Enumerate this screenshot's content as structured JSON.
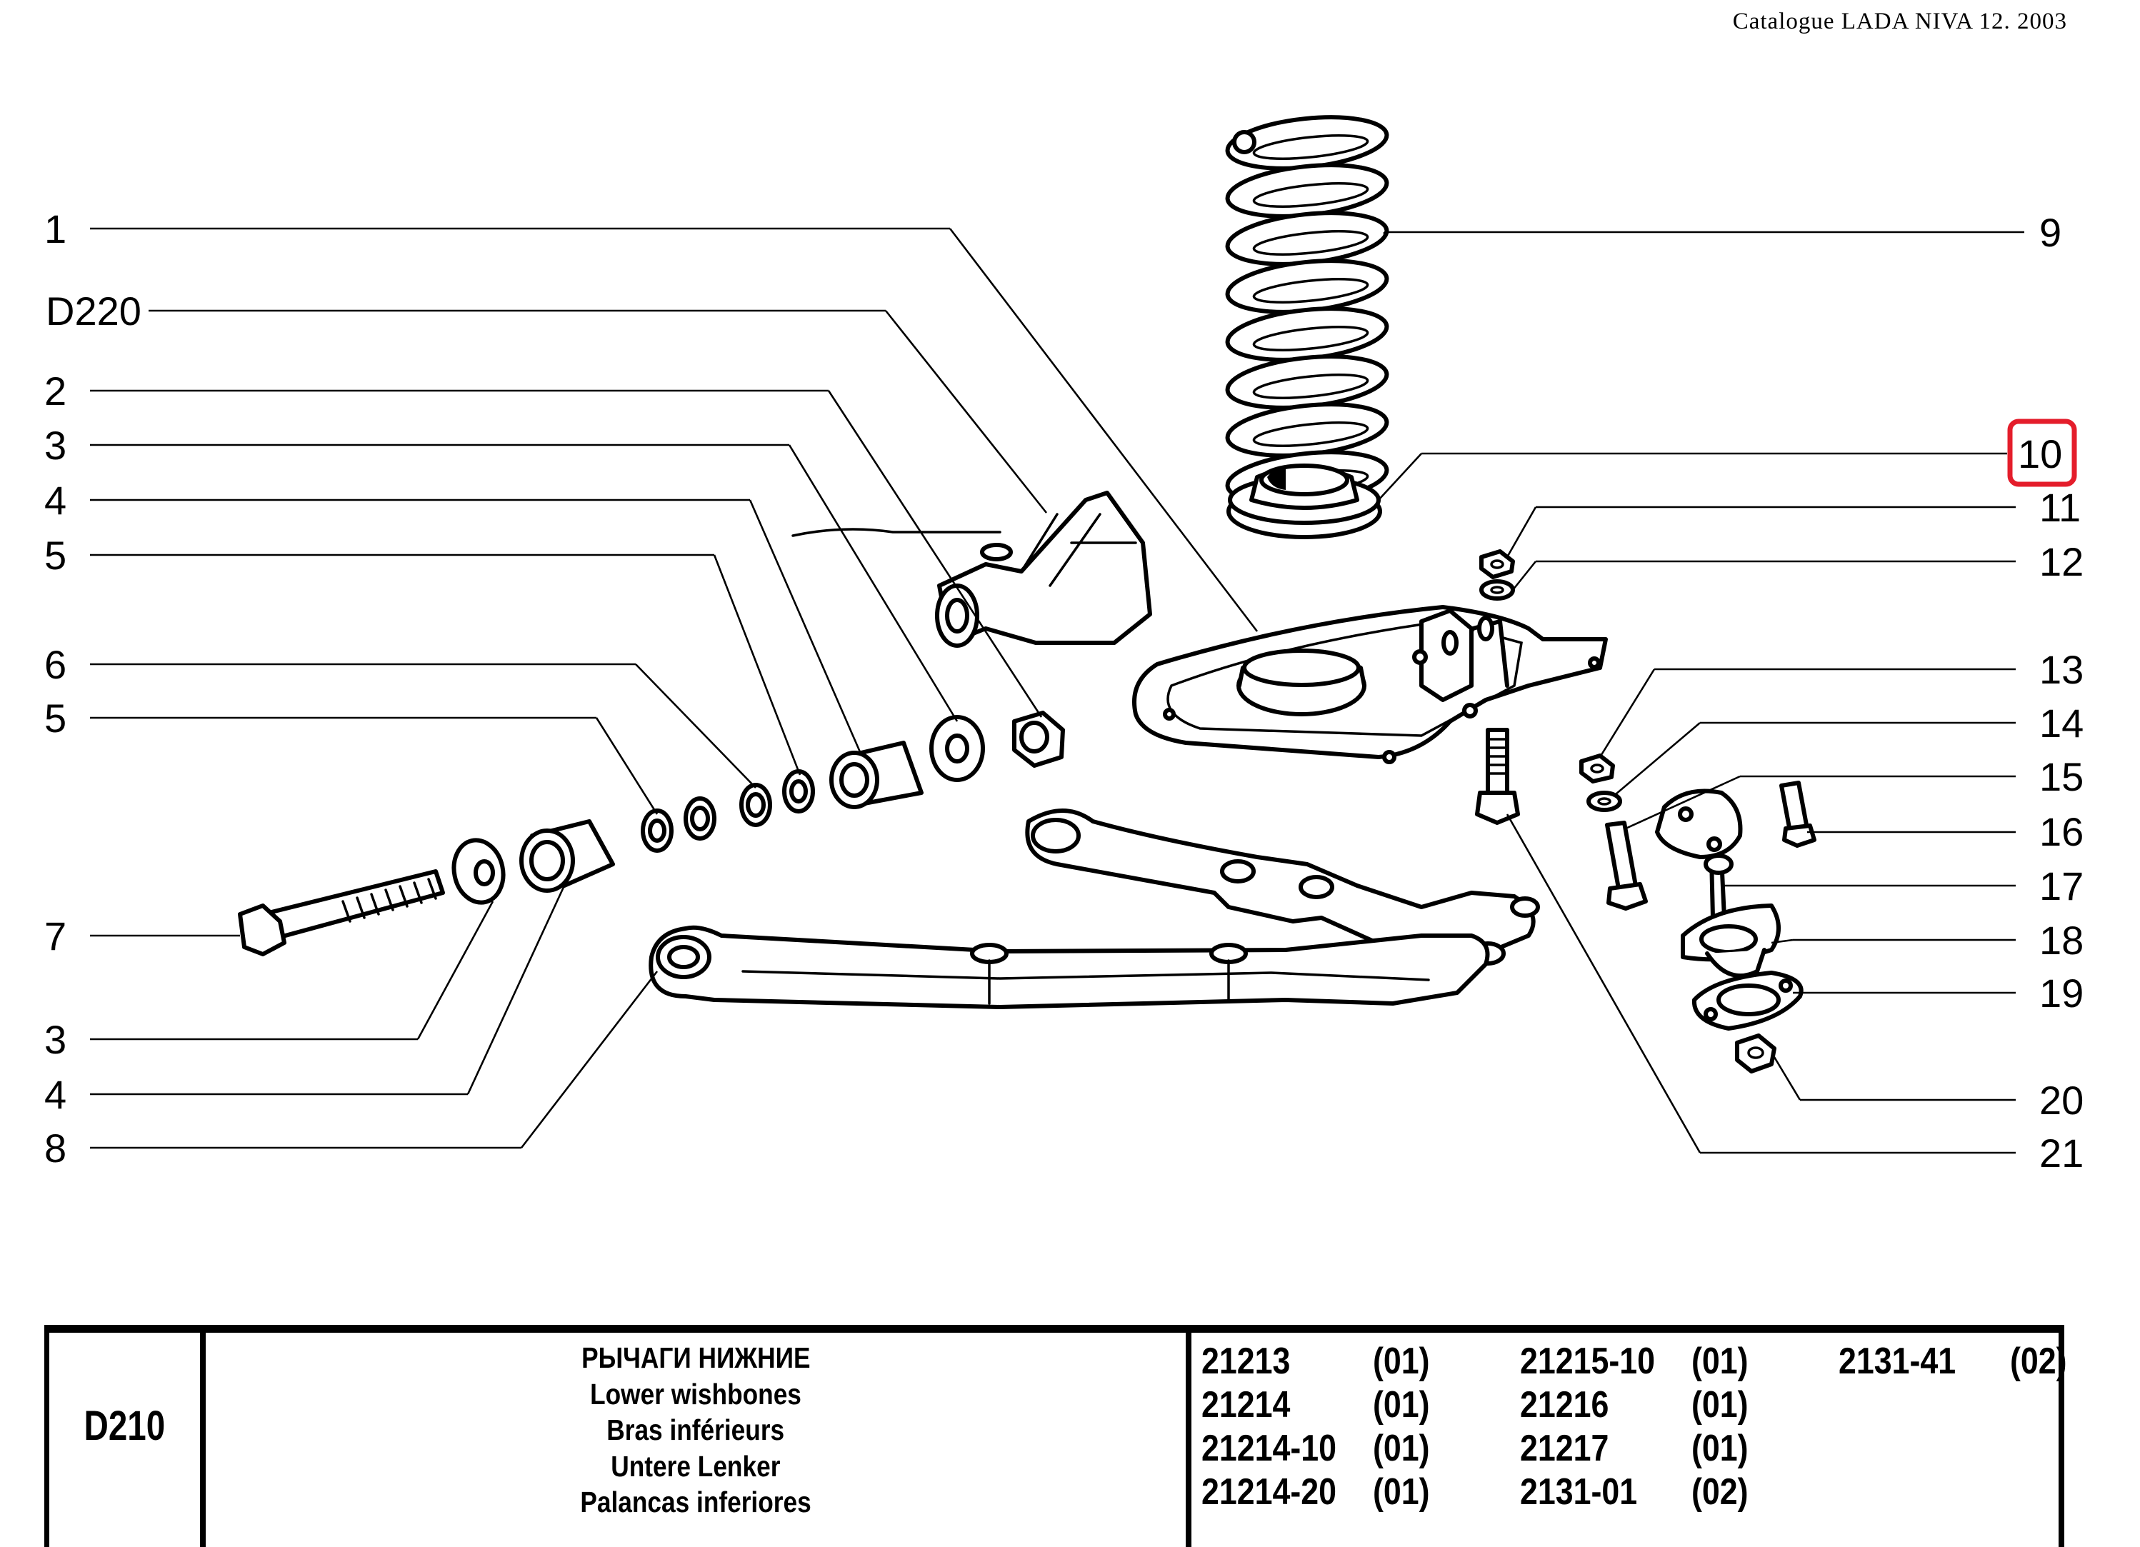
{
  "header": {
    "catalogue": "Catalogue  LADA  NIVA  12.  2003"
  },
  "diagram": {
    "left_callouts": [
      {
        "id": "c-1",
        "label": "1"
      },
      {
        "id": "c-d220",
        "label": "D220"
      },
      {
        "id": "c-2",
        "label": "2"
      },
      {
        "id": "c-3a",
        "label": "3"
      },
      {
        "id": "c-4a",
        "label": "4"
      },
      {
        "id": "c-5a",
        "label": "5"
      },
      {
        "id": "c-6",
        "label": "6"
      },
      {
        "id": "c-5b",
        "label": "5"
      },
      {
        "id": "c-7",
        "label": "7"
      },
      {
        "id": "c-3b",
        "label": "3"
      },
      {
        "id": "c-4b",
        "label": "4"
      },
      {
        "id": "c-8",
        "label": "8"
      }
    ],
    "right_callouts": [
      {
        "id": "c-9",
        "label": "9"
      },
      {
        "id": "c-10",
        "label": "10",
        "highlighted": true
      },
      {
        "id": "c-11",
        "label": "11"
      },
      {
        "id": "c-12",
        "label": "12"
      },
      {
        "id": "c-13",
        "label": "13"
      },
      {
        "id": "c-14",
        "label": "14"
      },
      {
        "id": "c-15",
        "label": "15"
      },
      {
        "id": "c-16",
        "label": "16"
      },
      {
        "id": "c-17",
        "label": "17"
      },
      {
        "id": "c-18",
        "label": "18"
      },
      {
        "id": "c-19",
        "label": "19"
      },
      {
        "id": "c-20",
        "label": "20"
      },
      {
        "id": "c-21",
        "label": "21"
      }
    ],
    "highlight_color": "#e41d2b"
  },
  "title_block": {
    "section_code": "D210",
    "names": [
      "РЫЧАГИ НИЖНИЕ",
      "Lower wishbones",
      "Bras inférieurs",
      "Untere Lenker",
      "Palancas inferiores"
    ],
    "models": [
      {
        "code": "21213",
        "variant": "(01)"
      },
      {
        "code": "21214",
        "variant": "(01)"
      },
      {
        "code": "21214-10",
        "variant": "(01)"
      },
      {
        "code": "21214-20",
        "variant": "(01)"
      },
      {
        "code": "21215-10",
        "variant": "(01)"
      },
      {
        "code": "21216",
        "variant": "(01)"
      },
      {
        "code": "21217",
        "variant": "(01)"
      },
      {
        "code": "2131-01",
        "variant": "(02)"
      },
      {
        "code": "2131-41",
        "variant": "(02)"
      }
    ]
  }
}
